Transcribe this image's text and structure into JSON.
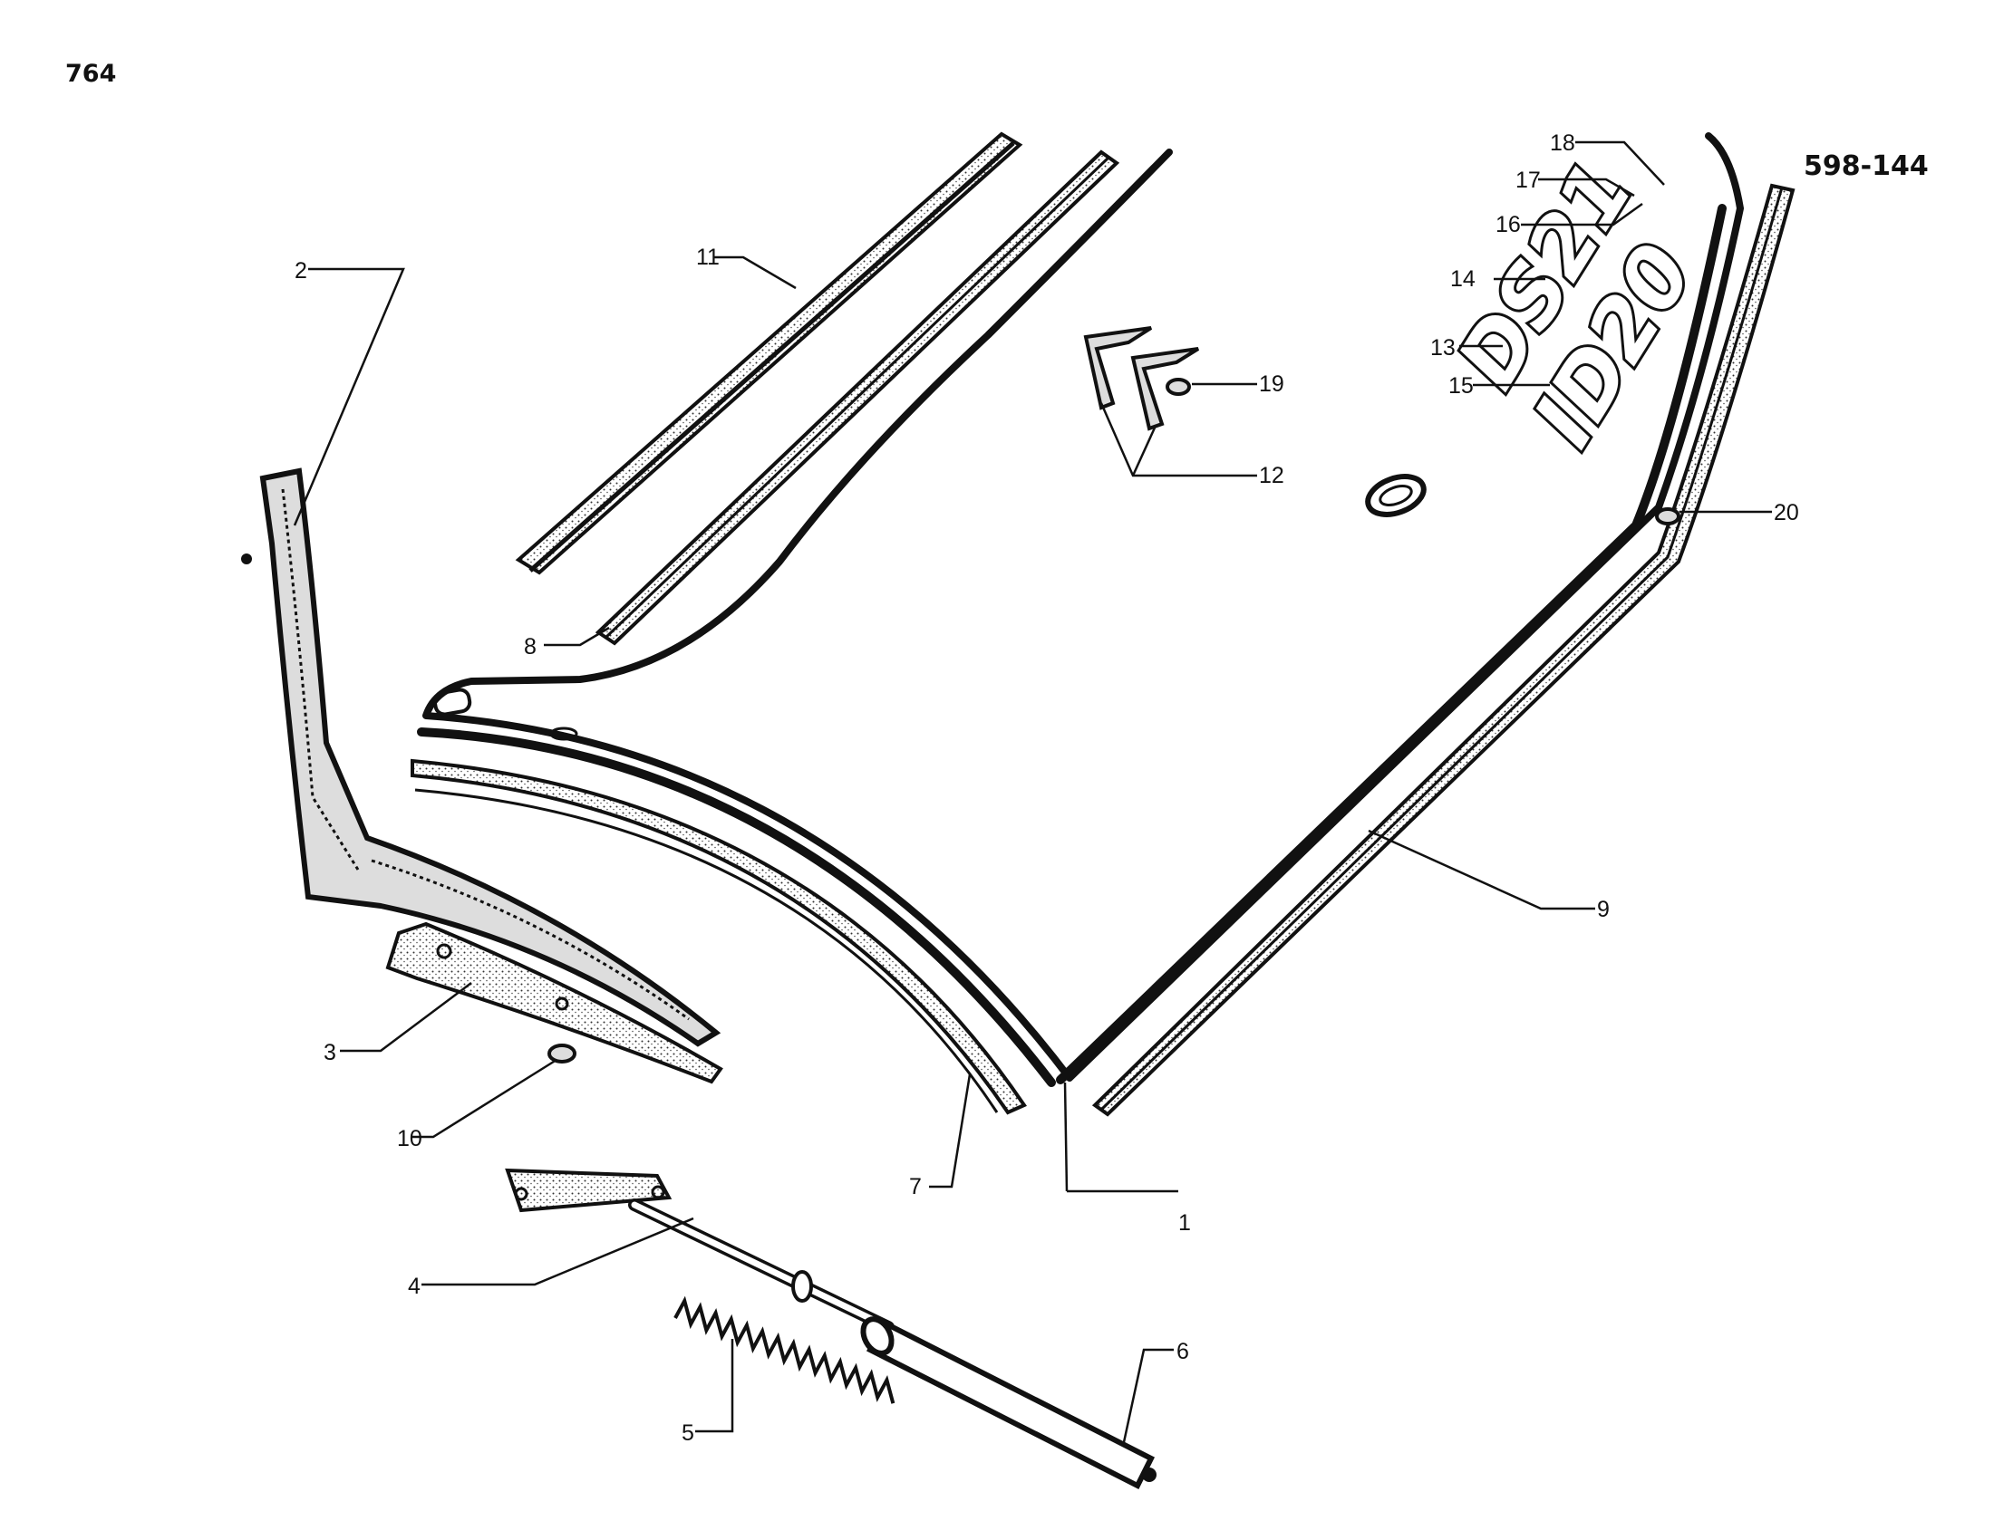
{
  "sheet": {
    "page_number": "764",
    "drawing_reference": "598-144"
  },
  "badges": {
    "upper": "DS21",
    "lower": "ID20"
  },
  "callouts": [
    "1",
    "2",
    "3",
    "4",
    "5",
    "6",
    "7",
    "8",
    "9",
    "10",
    "11",
    "12",
    "13",
    "14",
    "15",
    "16",
    "17",
    "18",
    "19",
    "20"
  ],
  "colors": {
    "ink": "#111111",
    "paper": "#ffffff",
    "stipple": "#9a9a9a"
  }
}
